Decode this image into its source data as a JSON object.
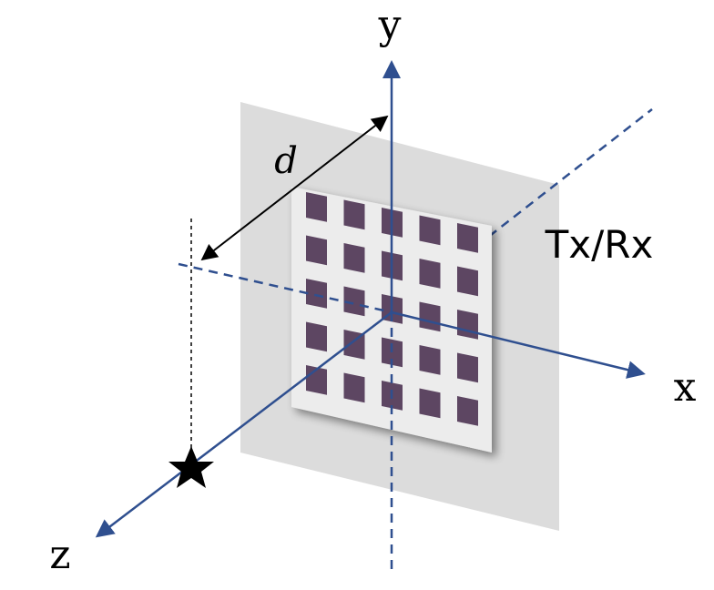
{
  "labels": {
    "y_axis": "y",
    "x_axis": "x",
    "z_axis": "z",
    "distance": "d",
    "array": "Tx/Rx"
  },
  "colors": {
    "axis": "#2f4f8f",
    "background_plane": "#d8d8d8",
    "array_board": "#ececec",
    "antenna_element": "#5d4662",
    "marker": "#000000"
  },
  "icons": {
    "target": "star-icon"
  },
  "antenna_array": {
    "rows": 5,
    "cols": 5
  }
}
